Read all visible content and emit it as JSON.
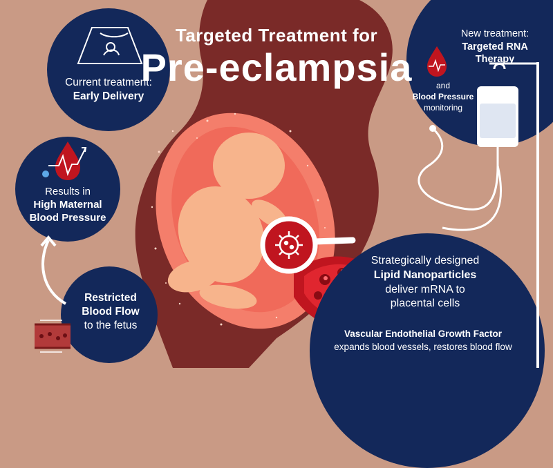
{
  "title": {
    "line1": "Targeted Treatment for",
    "line2": "Pre-eclampsia"
  },
  "current_treatment": {
    "label": "Current treatment:",
    "value": "Early Delivery"
  },
  "new_treatment": {
    "label": "New treatment:",
    "value_line1": "Targeted RNA",
    "value_line2": "Therapy",
    "and": "and",
    "bp_bold": "Blood Pressure",
    "bp_rest": "monitoring"
  },
  "maternal_bp": {
    "line1": "Results in",
    "bold1": "High Maternal",
    "bold2": "Blood Pressure"
  },
  "restricted": {
    "bold1": "Restricted",
    "bold2": "Blood Flow",
    "rest": "to the fetus"
  },
  "nanoparticles": {
    "line1": "Strategically designed",
    "bold": "Lipid Nanoparticles",
    "line3": "deliver mRNA to",
    "line4": "placental cells"
  },
  "vegf": {
    "bold": "Vascular Endothelial Growth Factor",
    "rest": "expands blood vessels, restores blood flow"
  },
  "colors": {
    "background": "#c99a85",
    "silhouette": "#7a2a28",
    "circle": "#13285a",
    "uterus": "#f06a5a",
    "fetus": "#f7b48c",
    "blood": "#c0151f",
    "text": "#ffffff"
  },
  "icons": [
    "ultrasound-icon",
    "blood-drop-icon",
    "iv-bag-icon",
    "nanoparticle-icon",
    "magnifier-icon",
    "artery-icon"
  ]
}
